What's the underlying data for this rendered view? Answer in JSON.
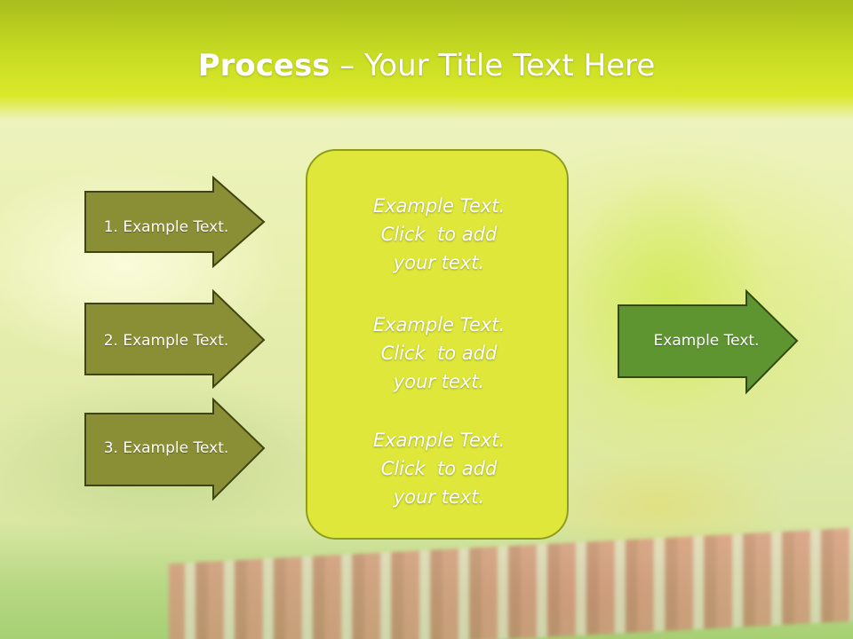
{
  "title": {
    "bold": "Process",
    "rest": " – Your Title Text Here"
  },
  "left_steps": [
    {
      "label": "1. Example Text."
    },
    {
      "label": "2. Example Text."
    },
    {
      "label": "3. Example Text."
    }
  ],
  "center_blocks": [
    {
      "lines": [
        "Example Text.",
        "Click  to add",
        "your text."
      ]
    },
    {
      "lines": [
        "Example Text.",
        "Click  to add",
        "your text."
      ]
    },
    {
      "lines": [
        "Example Text.",
        "Click  to add",
        "your text."
      ]
    }
  ],
  "result": {
    "label": "Example Text."
  },
  "colors": {
    "left_arrow_fill": "#8a8f35",
    "left_arrow_stroke": "#3f4412",
    "result_arrow_fill": "#5f9531",
    "result_arrow_stroke": "#2f4a14",
    "center_box_fill": "#dfe83a",
    "header": "#c7dc22"
  }
}
